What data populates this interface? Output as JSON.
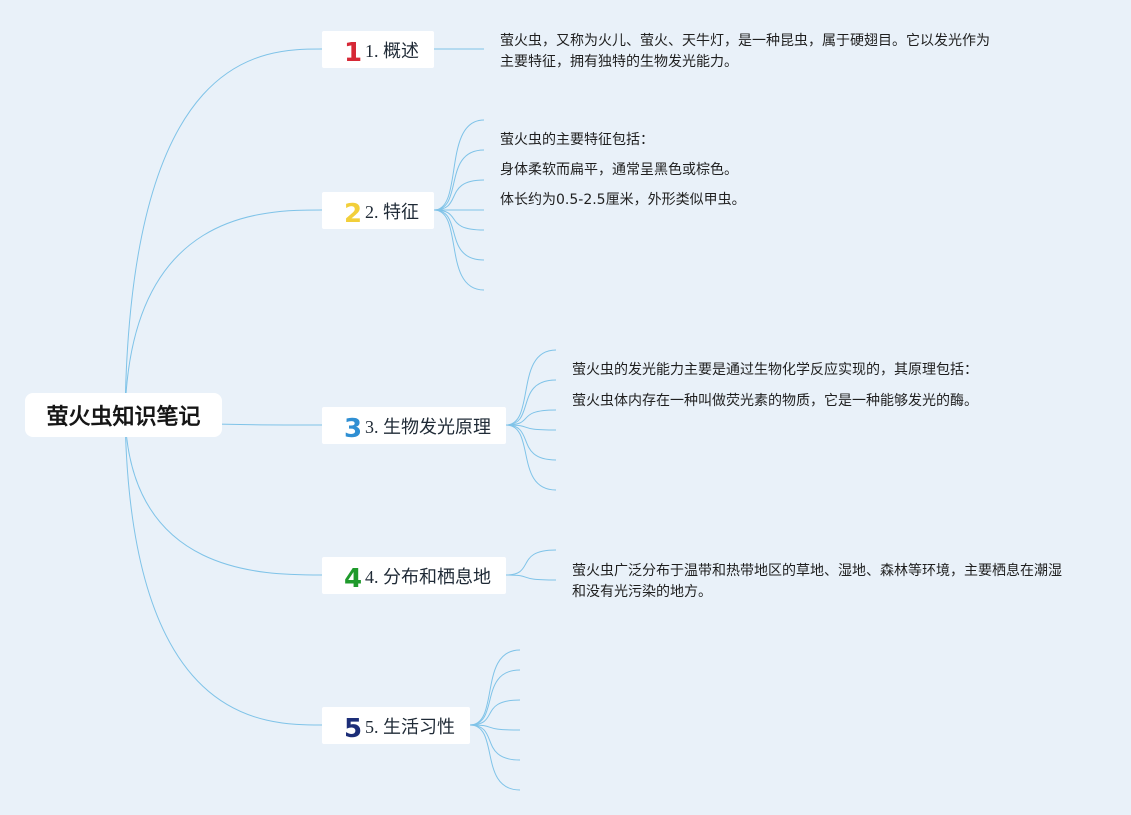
{
  "root": {
    "title": "萤火虫知识笔记"
  },
  "topics": [
    {
      "number": "1",
      "label": "1. 概述",
      "badge_color": "#d62836"
    },
    {
      "number": "2",
      "label": "2. 特征",
      "badge_color": "#f2cf3a"
    },
    {
      "number": "3",
      "label": "3. 生物发光原理",
      "badge_color": "#2f8fd3"
    },
    {
      "number": "4",
      "label": "4. 分布和栖息地",
      "badge_color": "#1f9a2c"
    },
    {
      "number": "5",
      "label": "5. 生活习性",
      "badge_color": "#1c2e78"
    }
  ],
  "details": {
    "overview": {
      "line1": "萤火虫，又称为火儿、萤火、天牛灯，是一种昆虫，属于硬翅目。它以发光作为",
      "line2": "主要特征，拥有独特的生物发光能力。"
    },
    "features": [
      "萤火虫的主要特征包括：",
      "身体柔软而扁平，通常呈黑色或棕色。",
      "体长约为0.5-2.5厘米，外形类似甲虫。"
    ],
    "luminescence": [
      "萤火虫的发光能力主要是通过生物化学反应实现的，其原理包括：",
      "萤火虫体内存在一种叫做荧光素的物质，它是一种能够发光的酶。"
    ],
    "habitat": {
      "line1": "萤火虫广泛分布于温带和热带地区的草地、湿地、森林等环境，主要栖息在潮湿",
      "line2": "和没有光污染的地方。"
    }
  },
  "colors": {
    "background": "#e9f1f9",
    "connector": "#7fc3e8",
    "node": "#ffffff"
  }
}
